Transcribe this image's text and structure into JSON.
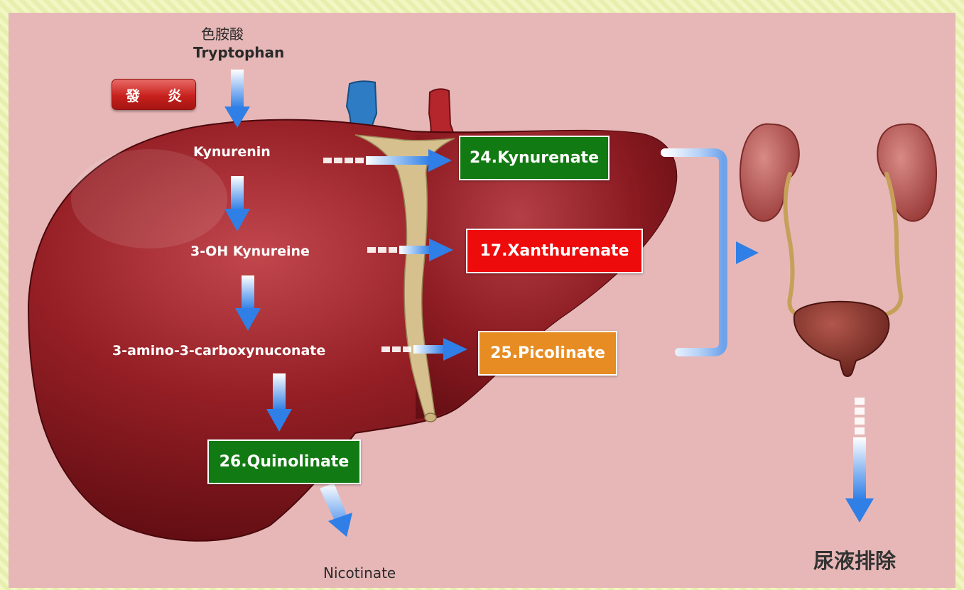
{
  "labels": {
    "tryptophan_cn": "色胺酸",
    "tryptophan_en": "Tryptophan",
    "inflammation": "發 炎",
    "kynurenin": "Kynurenin",
    "oh_kynureine": "3-OH Kynureine",
    "carboxynuconate": "3-amino-3-carboxynuconate",
    "nicotinate": "Nicotinate",
    "urine_excretion": "尿液排除"
  },
  "metabolites": [
    {
      "label": "24.Kynurenate",
      "color": "#127a12"
    },
    {
      "label": "17.Xanthurenate",
      "color": "#ee0b0b"
    },
    {
      "label": "25.Picolinate",
      "color": "#e78c23"
    },
    {
      "label": "26.Quinolinate",
      "color": "#127a12"
    }
  ],
  "colors": {
    "liver": "#8c1a1f",
    "kidney": "#b65a57",
    "bladder": "#7e2f28",
    "arrow_blue": "#2f7fe6",
    "background": "#e7b7b7"
  }
}
